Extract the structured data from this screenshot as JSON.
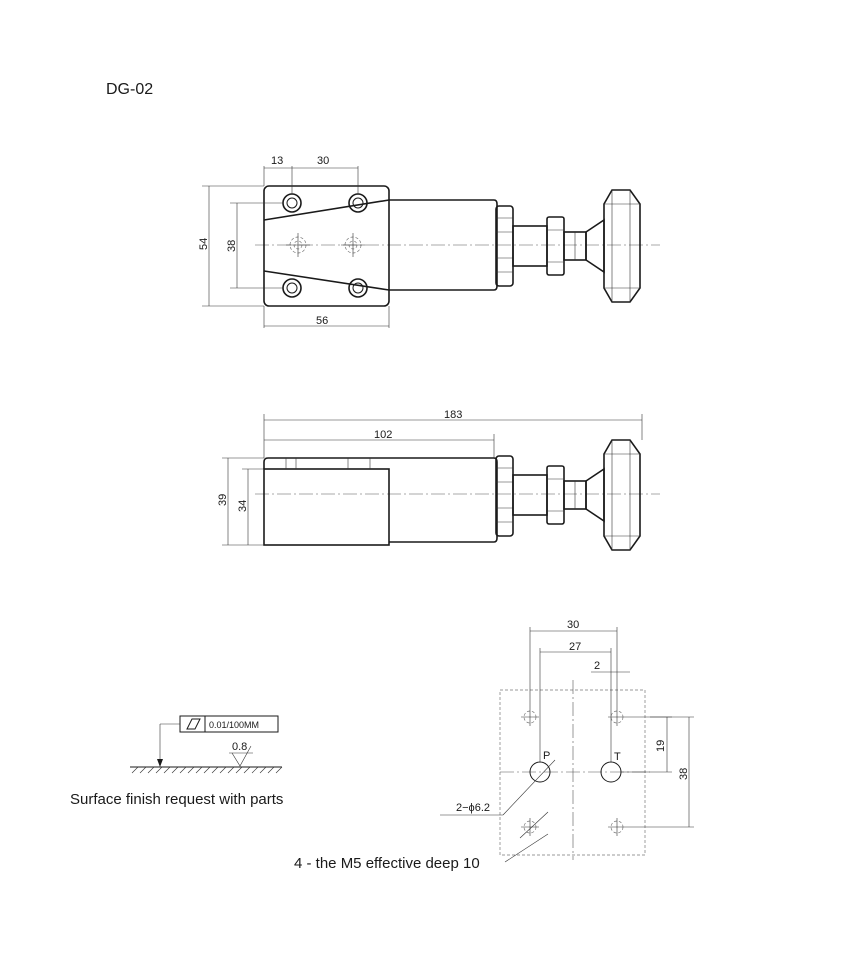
{
  "title": "DG-02",
  "top_view": {
    "dim_13": "13",
    "dim_30": "30",
    "dim_54": "54",
    "dim_38": "38",
    "dim_56": "56"
  },
  "side_view": {
    "dim_183": "183",
    "dim_102": "102",
    "dim_39": "39",
    "dim_34": "34"
  },
  "mounting_face": {
    "dim_30": "30",
    "dim_27": "27",
    "dim_2": "2",
    "dim_19": "19",
    "dim_38": "38",
    "port_p": "P",
    "port_t": "T",
    "hole_spec": "2−ϕ6.2",
    "note": "4 - the M5 effective deep 10"
  },
  "surface_finish": {
    "flatness": "0.01/100MM",
    "roughness": "0.8",
    "caption": "Surface finish request with parts"
  }
}
